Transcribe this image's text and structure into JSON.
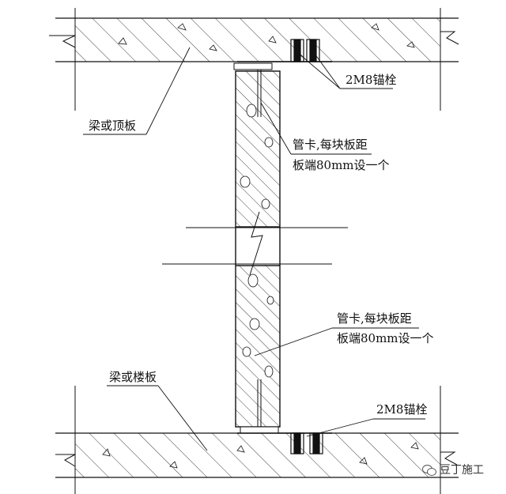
{
  "labels": {
    "anchor_top": "2M8锚栓",
    "beam_top": "梁或顶板",
    "clip_top_line1": "管卡,每块板距",
    "clip_top_line2": "板端80mm设一个",
    "clip_bottom_line1": "管卡,每块板距",
    "clip_bottom_line2": "板端80mm设一个",
    "beam_bottom": "梁或楼板",
    "anchor_bottom": "2M8锚栓"
  },
  "watermark": {
    "text": "豆丁施工",
    "icon": "wechat-logo-icon"
  },
  "colors": {
    "line": "#111111",
    "background": "#ffffff"
  }
}
